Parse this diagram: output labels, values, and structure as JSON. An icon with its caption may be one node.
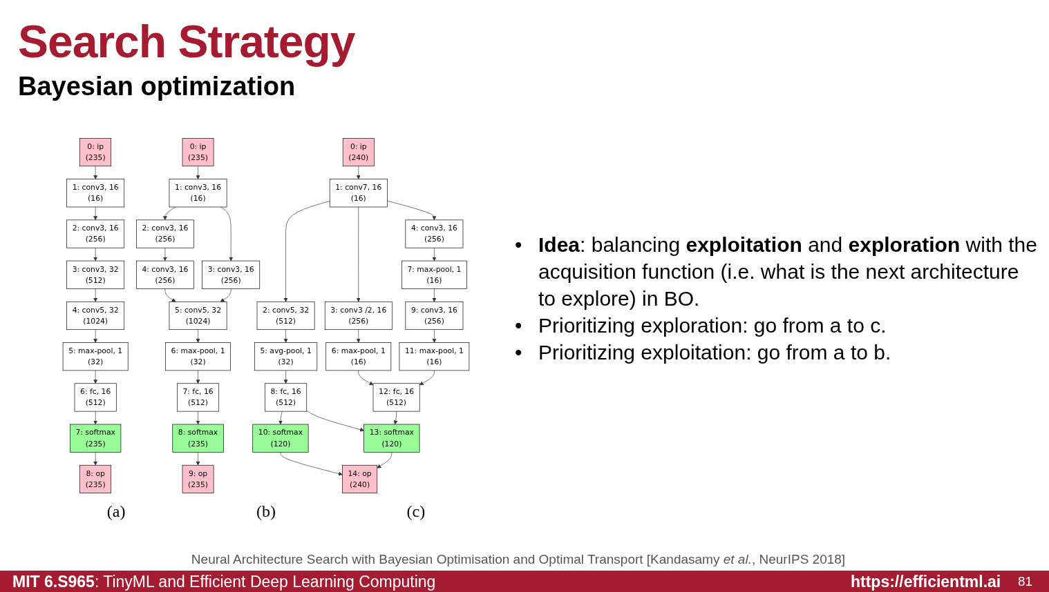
{
  "diagram": {
    "title": "Search Strategy",
    "caption": "Neural Architecture Search with Bayesian Optimisation and Optimal Transport [Kandasamy *et al.*, NeurIPS 2018]",
    "nodes": [
      {
        "text": [
          "0: ip",
          "(235)"
        ]
      },
      {
        "text": [
          "1: conv3, 16",
          "(16)"
        ]
      },
      {
        "text": [
          "2: conv3, 16",
          "(256)"
        ]
      },
      {
        "text": [
          "3: conv3, 32",
          "(512)"
        ]
      },
      {
        "text": [
          "4: conv5, 32",
          "(1024)"
        ]
      },
      {
        "text": [
          "5: max-pool, 1",
          "(32)"
        ]
      },
      {
        "text": [
          "6: fc, 16",
          "(512)"
        ]
      },
      {
        "text": [
          "7: softmax",
          "(235)"
        ]
      },
      {
        "text": [
          "8: op",
          "(235)"
        ]
      },
      {
        "text": [
          "0: ip",
          "(235)"
        ]
      },
      {
        "text": [
          "1: conv3, 16",
          "(16)"
        ]
      },
      {
        "text": [
          "2: conv3, 16",
          "(256)"
        ]
      },
      {
        "text": [
          "4: conv3, 16",
          "(256)"
        ]
      },
      {
        "text": [
          "3: conv3, 16",
          "(256)"
        ]
      },
      {
        "text": [
          "5: conv5, 32",
          "(1024)"
        ]
      },
      {
        "text": [
          "6: max-pool, 1",
          "(32)"
        ]
      },
      {
        "text": [
          "7: fc, 16",
          "(512)"
        ]
      },
      {
        "text": [
          "8: softmax",
          "(235)"
        ]
      },
      {
        "text": [
          "9: op",
          "(235)"
        ]
      },
      {
        "text": [
          "0: ip",
          "(240)"
        ]
      },
      {
        "text": [
          "1: conv7, 16",
          "(16)"
        ]
      },
      {
        "text": [
          "2: conv5, 32",
          "(512)"
        ]
      },
      {
        "text": [
          "4: conv3, 16",
          "(256)"
        ]
      },
      {
        "text": [
          "3: conv3 /2, 16",
          "(256)"
        ]
      },
      {
        "text": [
          "7: max-pool, 1",
          "(16)"
        ]
      },
      {
        "text": [
          "5: avg-pool, 1",
          "(32)"
        ]
      },
      {
        "text": [
          "9: conv3, 16",
          "(256)"
        ]
      },
      {
        "text": [
          "6: max-pool, 1",
          "(16)"
        ]
      },
      {
        "text": [
          "11: max-pool, 1",
          "(16)"
        ]
      },
      {
        "text": [
          "8: fc, 16",
          "(512)"
        ]
      },
      {
        "text": [
          "12: fc, 16",
          "(512)"
        ]
      },
      {
        "text": [
          "10: softmax",
          "(120)"
        ]
      },
      {
        "text": [
          "13: softmax",
          "(120)"
        ]
      },
      {
        "text": [
          "14: op",
          "(240)"
        ]
      }
    ],
    "edges": [
      {
        "from": 0,
        "to": 1,
        "arrow": "to"
      },
      {
        "from": 1,
        "to": 2,
        "arrow": "to"
      },
      {
        "from": 2,
        "to": 3,
        "arrow": "to"
      },
      {
        "from": 3,
        "to": 4,
        "arrow": "to"
      },
      {
        "from": 4,
        "to": 5,
        "arrow": "to"
      },
      {
        "from": 5,
        "to": 6,
        "arrow": "to"
      },
      {
        "from": 6,
        "to": 7,
        "arrow": "to"
      },
      {
        "from": 7,
        "to": 8,
        "arrow": "to"
      },
      {
        "from": 9,
        "to": 10,
        "arrow": "to"
      },
      {
        "from": 10,
        "to": 11,
        "arrow": "to"
      },
      {
        "from": 10,
        "to": 13,
        "arrow": "to"
      },
      {
        "from": 11,
        "to": 12,
        "arrow": "to"
      },
      {
        "from": 12,
        "to": 14,
        "arrow": "to"
      },
      {
        "from": 13,
        "to": 14,
        "arrow": "to"
      },
      {
        "from": 14,
        "to": 15,
        "arrow": "to"
      },
      {
        "from": 15,
        "to": 16,
        "arrow": "to"
      },
      {
        "from": 16,
        "to": 17,
        "arrow": "to"
      },
      {
        "from": 17,
        "to": 18,
        "arrow": "to"
      },
      {
        "from": 19,
        "to": 20,
        "arrow": "to"
      },
      {
        "from": 20,
        "to": 21,
        "arrow": "to"
      },
      {
        "from": 20,
        "to": 23,
        "arrow": "to"
      },
      {
        "from": 20,
        "to": 22,
        "arrow": "to"
      },
      {
        "from": 22,
        "to": 24,
        "arrow": "to"
      },
      {
        "from": 21,
        "to": 25,
        "arrow": "to"
      },
      {
        "from": 24,
        "to": 26,
        "arrow": "to"
      },
      {
        "from": 23,
        "to": 27,
        "arrow": "to"
      },
      {
        "from": 26,
        "to": 28,
        "arrow": "to"
      },
      {
        "from": 25,
        "to": 29,
        "arrow": "to"
      },
      {
        "from": 27,
        "to": 30,
        "arrow": "to"
      },
      {
        "from": 28,
        "to": 30,
        "arrow": "to"
      },
      {
        "from": 29,
        "to": 31,
        "arrow": "to"
      },
      {
        "from": 29,
        "to": 32,
        "arrow": "to"
      },
      {
        "from": 30,
        "to": 32,
        "arrow": "to"
      },
      {
        "from": 31,
        "to": 33,
        "arrow": "to"
      },
      {
        "from": 32,
        "to": 33,
        "arrow": "to"
      }
    ],
    "labels": [
      "Bayesian optimization",
      "(a)",
      "(b)",
      "(c)",
      "•",
      "**Idea**: balancing **exploitation** and **exploration** with the acquisition function (i.e. what is the next architecture to explore) in BO.",
      "•",
      "Prioritizing exploration: go from a to c.",
      "•",
      "Prioritizing exploitation: go from a to b.",
      "**MIT 6.S965**: TinyML and Efficient Deep Learning Computing",
      "https://efficientml.ai",
      "81"
    ]
  }
}
